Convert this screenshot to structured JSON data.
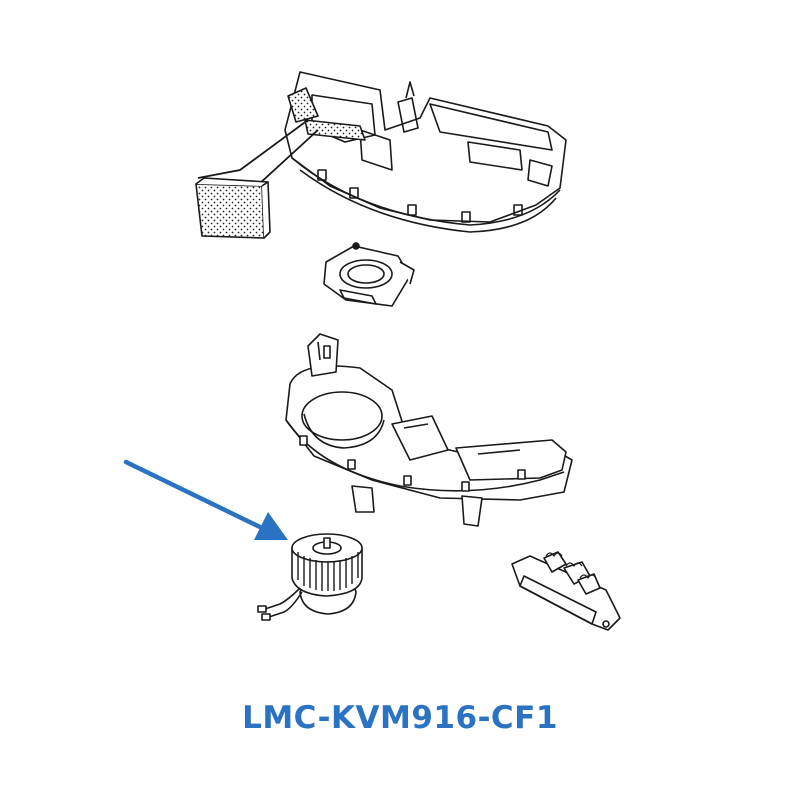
{
  "diagram": {
    "part_code": "LMC-KVM916-CF1",
    "accent_color": "#2a72c2",
    "line_color": "#1a1a1a",
    "highlighted_part": "blower-motor",
    "parts": [
      {
        "id": "upper-housing"
      },
      {
        "id": "pollen-filter"
      },
      {
        "id": "motor-mount-ring"
      },
      {
        "id": "lower-housing"
      },
      {
        "id": "blower-motor"
      },
      {
        "id": "resistor-pack"
      }
    ]
  }
}
